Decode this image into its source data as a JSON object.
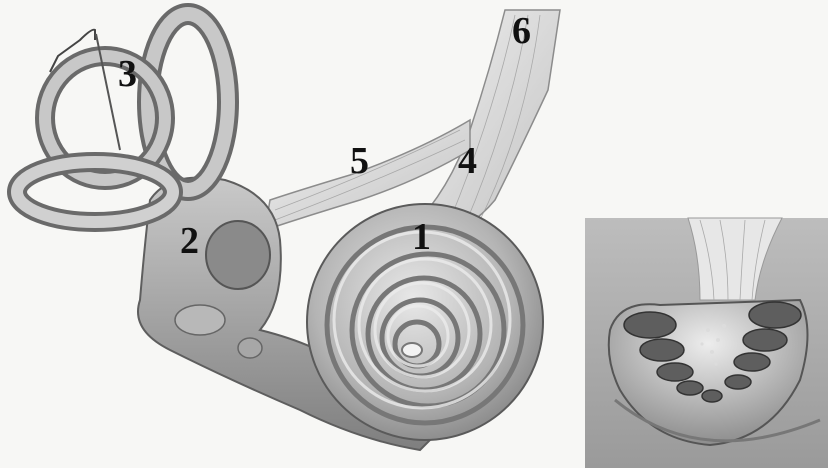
{
  "diagram": {
    "labels": [
      {
        "id": "label-1",
        "text": "1"
      },
      {
        "id": "label-2",
        "text": "2"
      },
      {
        "id": "label-3",
        "text": "3"
      },
      {
        "id": "label-4",
        "text": "4"
      },
      {
        "id": "label-5",
        "text": "5"
      },
      {
        "id": "label-6",
        "text": "6"
      }
    ]
  },
  "colors": {
    "background": "#f7f7f5",
    "tissue_dark": "#6e6e6e",
    "tissue_mid": "#a9a9a9",
    "tissue_light": "#e2e2e2",
    "label_text": "#111111"
  }
}
